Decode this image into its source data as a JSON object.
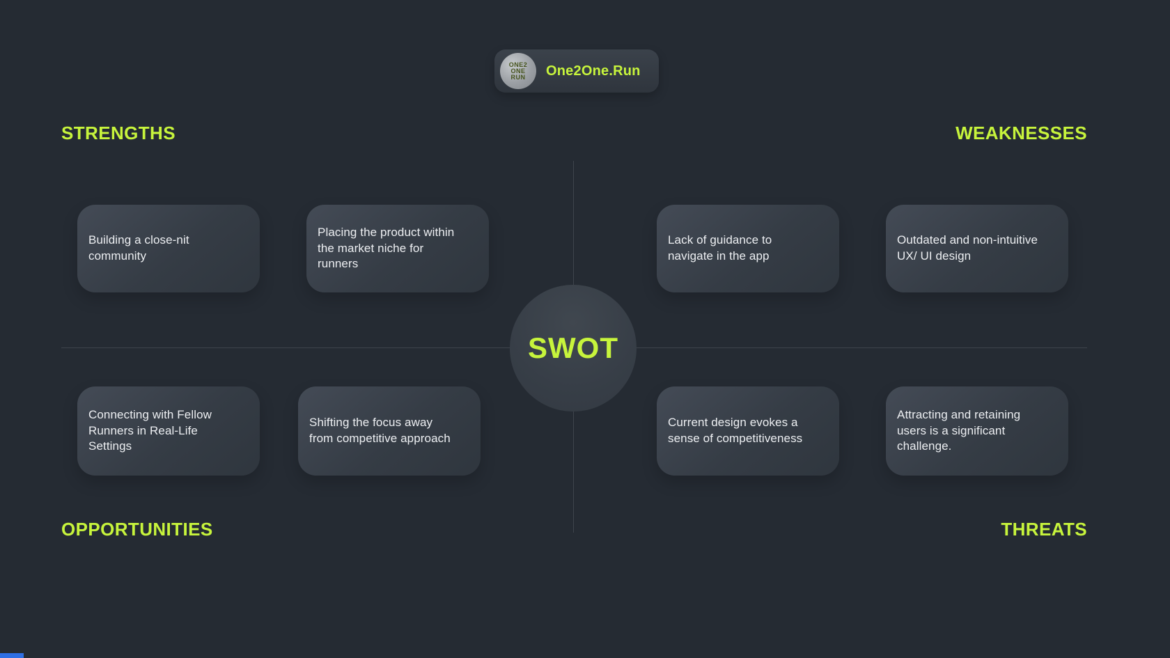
{
  "colors": {
    "background": "#252b33",
    "accent": "#c7f43c",
    "card_text": "#edeff2"
  },
  "header": {
    "badge_label": "One2One.Run",
    "logo": {
      "lines": [
        "ONE2",
        "ONE",
        "RUN"
      ]
    }
  },
  "center": {
    "title": "SWOT"
  },
  "quadrants": {
    "strengths": {
      "label": "STRENGTHS",
      "cards": [
        "Building a close-nit community",
        "Placing the product within the market niche for runners"
      ]
    },
    "weaknesses": {
      "label": "WEAKNESSES",
      "cards": [
        "Lack of guidance to navigate in the app",
        "Outdated and non-intuitive UX/ UI design"
      ]
    },
    "opportunities": {
      "label": "OPPORTUNITIES",
      "cards": [
        "Connecting with Fellow Runners in Real-Life Settings",
        "Shifting the focus away from competitive approach"
      ]
    },
    "threats": {
      "label": "THREATS",
      "cards": [
        "Current design evokes a sense of competitiveness",
        "Attracting and retaining users is a significant challenge."
      ]
    }
  }
}
